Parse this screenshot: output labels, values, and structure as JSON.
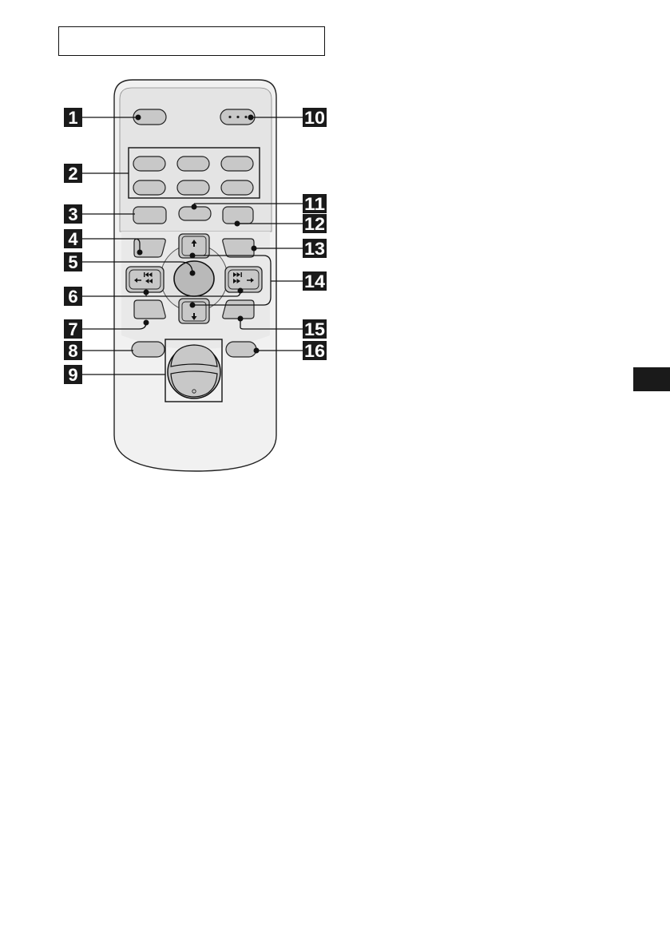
{
  "title_box": {
    "text": ""
  },
  "callouts": [
    {
      "label": "1"
    },
    {
      "label": "2"
    },
    {
      "label": "3"
    },
    {
      "label": "4"
    },
    {
      "label": "5"
    },
    {
      "label": "6"
    },
    {
      "label": "7"
    },
    {
      "label": "8"
    },
    {
      "label": "9"
    },
    {
      "label": "10"
    },
    {
      "label": "11"
    },
    {
      "label": "12"
    },
    {
      "label": "13"
    },
    {
      "label": "14"
    },
    {
      "label": "15"
    },
    {
      "label": "16"
    }
  ],
  "icons": {
    "up": "up-arrow-icon",
    "down": "down-arrow-icon",
    "prev": "seek-back-icon",
    "next": "seek-forward-icon"
  },
  "colors": {
    "body": "#f1f1f1",
    "panel": "#e4e4e4",
    "button": "#c8c8c8",
    "callout": "#1a1a1a"
  }
}
